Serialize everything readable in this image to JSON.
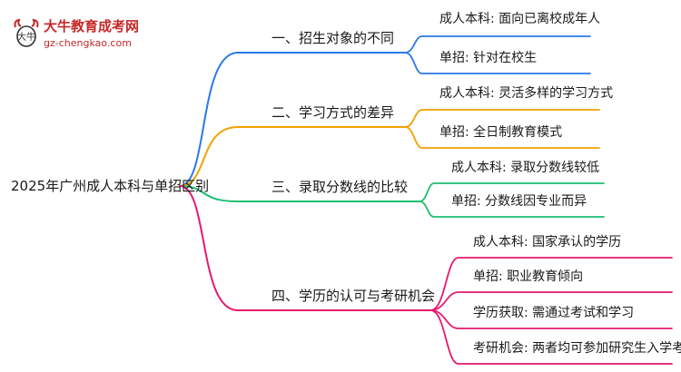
{
  "logo": {
    "name": "大牛教育成考网",
    "url": "gz-chengkao.com",
    "mark": "大牛"
  },
  "root": {
    "label": "2025年广州成人本科与单招区别"
  },
  "branches": [
    {
      "label": "一、招生对象的不同",
      "color": "#2979e8",
      "leaves": [
        "成人本科: 面向已离校成年人",
        "单招: 针对在校生"
      ]
    },
    {
      "label": "二、学习方式的差异",
      "color": "#f2a100",
      "leaves": [
        "成人本科: 灵活多样的学习方式",
        "单招: 全日制教育模式"
      ]
    },
    {
      "label": "三、录取分数线的比较",
      "color": "#1dbf73",
      "leaves": [
        "成人本科: 录取分数线较低",
        "单招: 分数线因专业而异"
      ]
    },
    {
      "label": "四、学历的认可与考研机会",
      "color": "#e8186d",
      "leaves": [
        "成人本科: 国家承认的学历",
        "单招: 职业教育倾向",
        "学历获取: 需通过考试和学习",
        "考研机会: 两者均可参加研究生入学考试"
      ]
    }
  ]
}
